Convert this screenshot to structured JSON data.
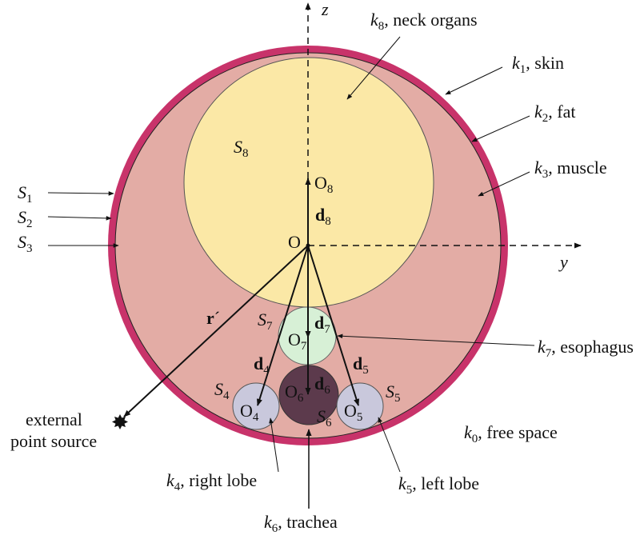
{
  "axes": {
    "z": "z",
    "y": "y"
  },
  "colors": {
    "skin": "#c8336a",
    "body": "#e3aca5",
    "neck_organs": "#fbe8a6",
    "esophagus": "#d7f0d6",
    "lobe": "#c9c8dc",
    "trachea": "#5c3a4c"
  },
  "regions": [
    {
      "sym": "k",
      "sub": "8",
      "text": ", neck organs"
    },
    {
      "sym": "k",
      "sub": "1",
      "text": ", skin"
    },
    {
      "sym": "k",
      "sub": "2",
      "text": ", fat"
    },
    {
      "sym": "k",
      "sub": "3",
      "text": ", muscle"
    },
    {
      "sym": "k",
      "sub": "7",
      "text": ", esophagus"
    },
    {
      "sym": "k",
      "sub": "0",
      "text": ", free space"
    },
    {
      "sym": "k",
      "sub": "4",
      "text": ", right lobe"
    },
    {
      "sym": "k",
      "sub": "5",
      "text": ", left lobe"
    },
    {
      "sym": "k",
      "sub": "6",
      "text": ", trachea"
    }
  ],
  "surfaces": [
    {
      "sym": "S",
      "sub": "1"
    },
    {
      "sym": "S",
      "sub": "2"
    },
    {
      "sym": "S",
      "sub": "3"
    },
    {
      "sym": "S",
      "sub": "8"
    },
    {
      "sym": "S",
      "sub": "7"
    },
    {
      "sym": "S",
      "sub": "4"
    },
    {
      "sym": "S",
      "sub": "5"
    },
    {
      "sym": "S",
      "sub": "6"
    }
  ],
  "origins": [
    {
      "sym": "O",
      "sub": ""
    },
    {
      "sym": "O",
      "sub": "8"
    },
    {
      "sym": "O",
      "sub": "7"
    },
    {
      "sym": "O",
      "sub": "6"
    },
    {
      "sym": "O",
      "sub": "4"
    },
    {
      "sym": "O",
      "sub": "5"
    }
  ],
  "vectors": [
    {
      "sym": "d",
      "sub": "8"
    },
    {
      "sym": "d",
      "sub": "7"
    },
    {
      "sym": "d",
      "sub": "6"
    },
    {
      "sym": "d",
      "sub": "4"
    },
    {
      "sym": "d",
      "sub": "5"
    },
    {
      "sym": "r",
      "sub": "",
      "prime": "´"
    }
  ],
  "source": {
    "line1": "external",
    "line2": "point source"
  }
}
